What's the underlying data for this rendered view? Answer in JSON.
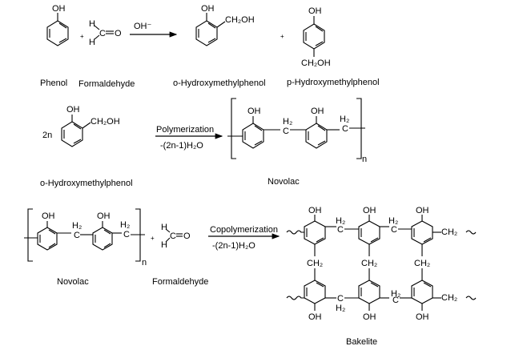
{
  "reaction1": {
    "catalyst": "OH⁻",
    "plus1": "+",
    "plus2": "+",
    "phenol": {
      "substituent": "OH",
      "name": "Phenol"
    },
    "formaldehyde": {
      "h_top": "H",
      "c": "C",
      "o": "O",
      "h_bottom": "H",
      "name": "Formaldehyde"
    },
    "ortho_product": {
      "oh": "OH",
      "ch2oh": "CH₂OH",
      "name": "o-Hydroxymethylphenol"
    },
    "para_product": {
      "oh": "OH",
      "ch2oh": "CH₂OH",
      "name": "p-Hydroxymethylphenol"
    }
  },
  "reaction2": {
    "coefficient": "2n",
    "reactant": {
      "oh": "OH",
      "ch2oh": "CH₂OH",
      "name": "o-Hydroxymethylphenol"
    },
    "arrow_top": "Polymerization",
    "arrow_bottom": "-(2n-1)H₂O",
    "product": {
      "oh1": "OH",
      "oh2": "OH",
      "h2_bridge": "H₂",
      "c_bridge": "C",
      "h2_end": "H₂",
      "c_end": "C",
      "subscript": "n",
      "name": "Novolac"
    }
  },
  "reaction3": {
    "novolac": {
      "oh1": "OH",
      "oh2": "OH",
      "h2_bridge": "H₂",
      "c_bridge": "C",
      "h2_end": "H₂",
      "c_end": "C",
      "subscript": "n",
      "name": "Novolac"
    },
    "plus": "+",
    "formaldehyde": {
      "h_top": "H",
      "c": "C",
      "o": "O",
      "h_bottom": "H",
      "name": "Formaldehyde"
    },
    "arrow_top": "Copolymerization",
    "arrow_bottom": "-(2n-1)H₂O",
    "bakelite": {
      "oh_top": [
        "OH",
        "OH",
        "OH"
      ],
      "oh_bottom": [
        "OH",
        "OH",
        "OH"
      ],
      "h2_top": [
        "H₂",
        "H₂"
      ],
      "h2_bottom": [
        "H₂",
        "H₂"
      ],
      "c_top": [
        "C",
        "C"
      ],
      "c_bottom": [
        "C",
        "C"
      ],
      "ch2_vertical": [
        "CH₂",
        "CH₂",
        "CH₂"
      ],
      "ch2_end": [
        "CH₂",
        "CH₂"
      ],
      "name": "Bakelite"
    }
  }
}
